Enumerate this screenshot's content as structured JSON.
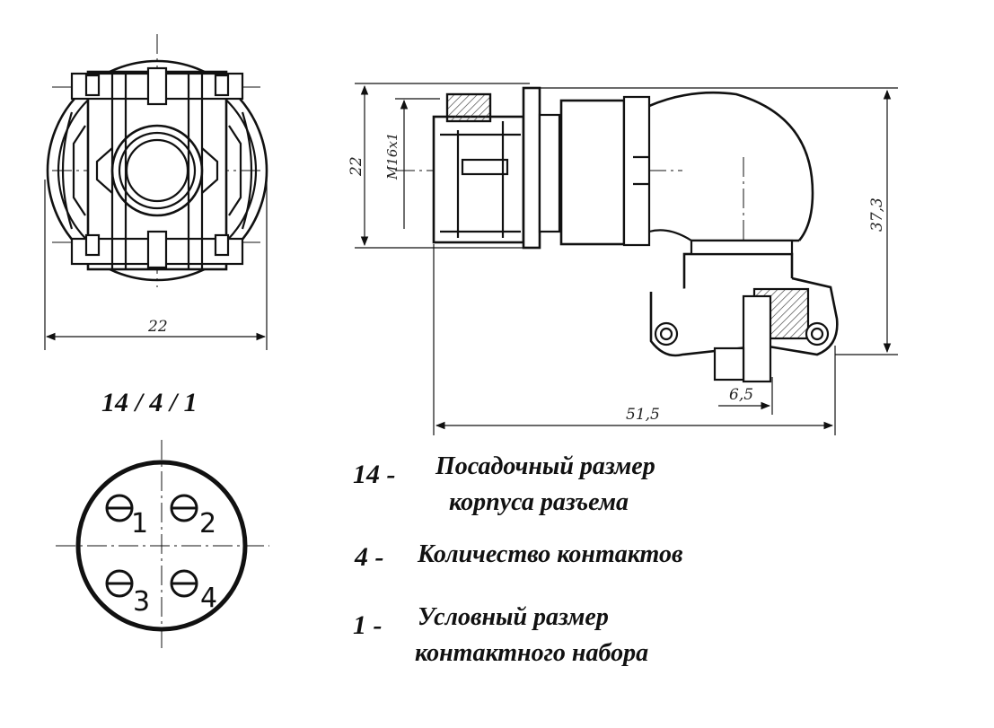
{
  "dimensions": {
    "front_width": "22",
    "height_left": "22",
    "thread": "M16x1",
    "height_total": "37,3",
    "offset": "6,5",
    "length": "51,5"
  },
  "designation": "14 / 4 / 1",
  "pins": [
    "1",
    "2",
    "3",
    "4"
  ],
  "legend": [
    {
      "code": "14 -",
      "text_line1": "Посадочный размер",
      "text_line2": "корпуса разъема"
    },
    {
      "code": "4 -",
      "text_line1": "Количество контактов",
      "text_line2": ""
    },
    {
      "code": "1 -",
      "text_line1": "Условный размер",
      "text_line2": "контактного набора"
    }
  ]
}
